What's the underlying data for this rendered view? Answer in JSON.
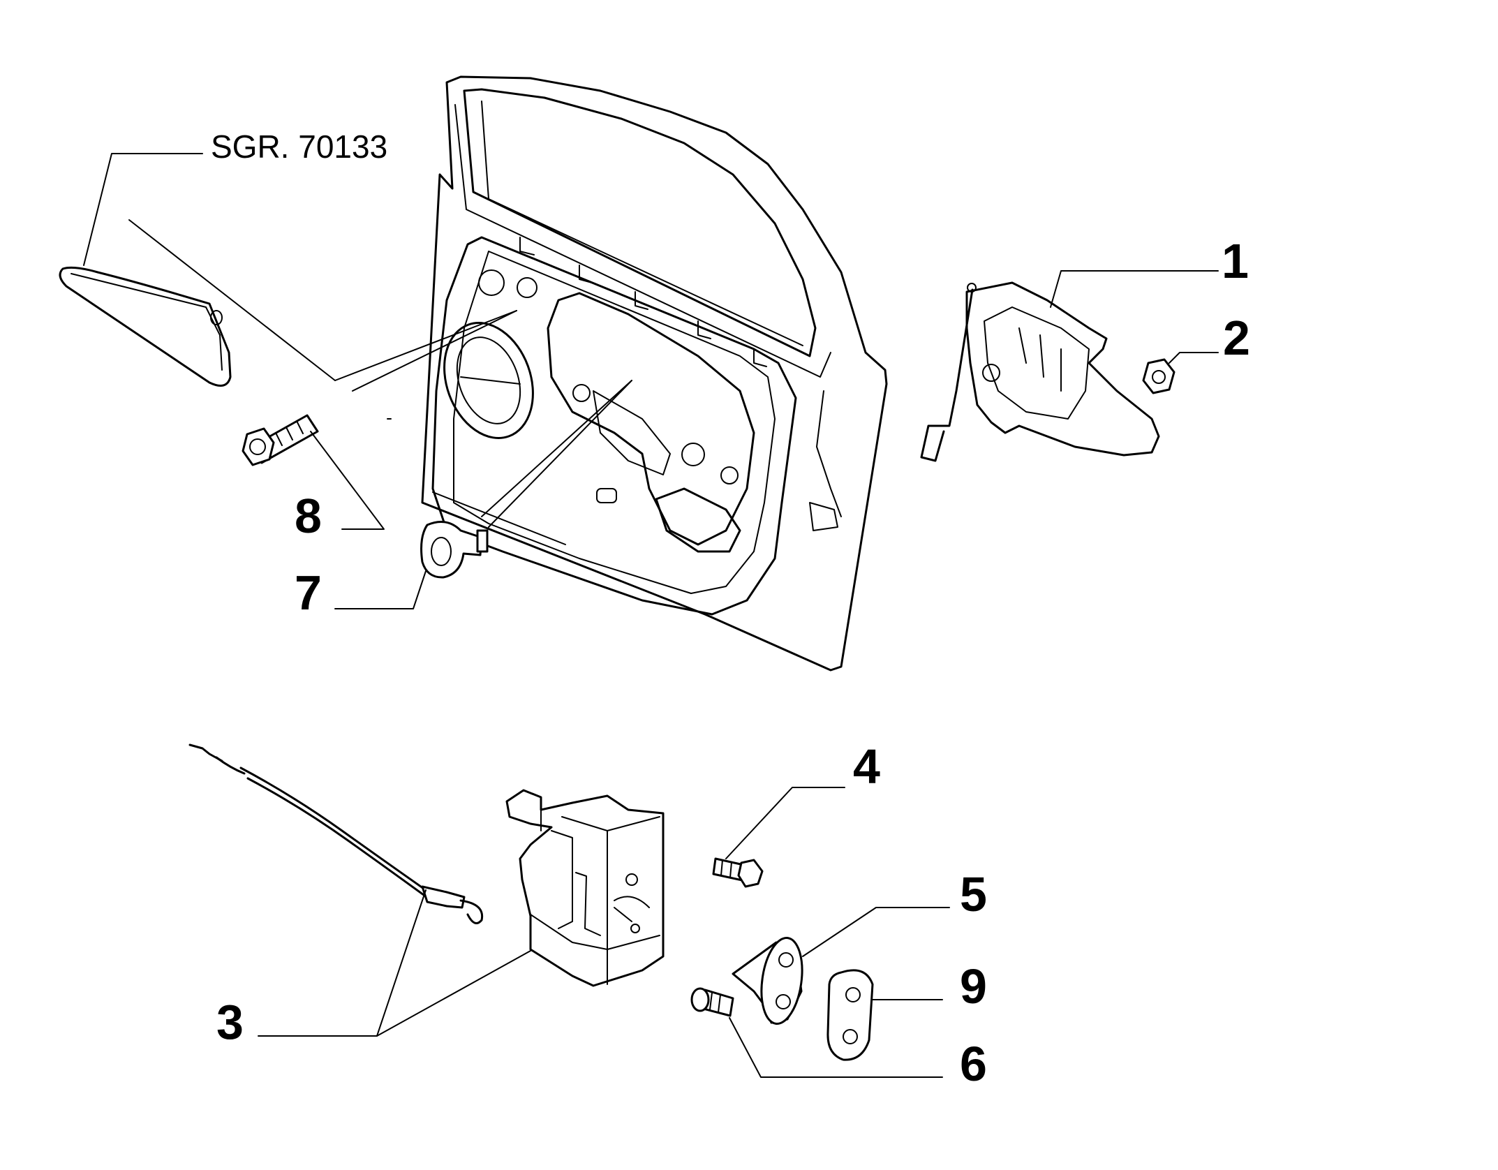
{
  "reference": {
    "label": "SGR. 70133"
  },
  "callouts": [
    {
      "id": "1",
      "label": "1"
    },
    {
      "id": "2",
      "label": "2"
    },
    {
      "id": "3",
      "label": "3"
    },
    {
      "id": "4",
      "label": "4"
    },
    {
      "id": "5",
      "label": "5"
    },
    {
      "id": "6",
      "label": "6"
    },
    {
      "id": "7",
      "label": "7"
    },
    {
      "id": "8",
      "label": "8"
    },
    {
      "id": "9",
      "label": "9"
    }
  ]
}
